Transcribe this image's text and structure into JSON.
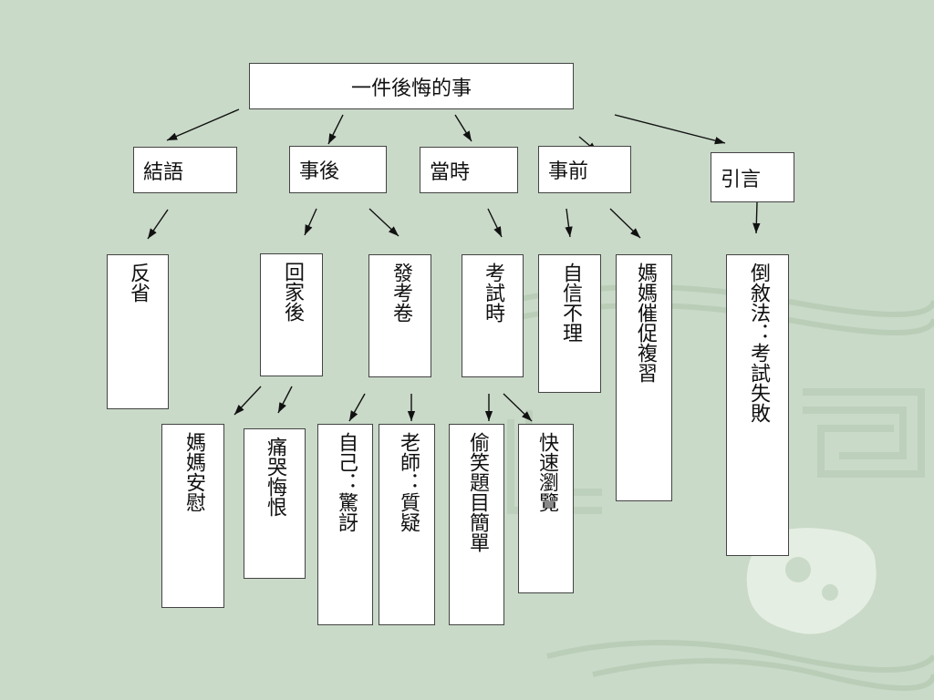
{
  "diagram": {
    "title": "一件後悔的事",
    "sections": [
      {
        "id": "jieyu",
        "label": "結語"
      },
      {
        "id": "shihou",
        "label": "事後"
      },
      {
        "id": "dangshi",
        "label": "當時"
      },
      {
        "id": "shiqian",
        "label": "事前"
      },
      {
        "id": "yinyan",
        "label": "引言"
      }
    ],
    "details": [
      {
        "id": "fanxing",
        "label": "反省"
      },
      {
        "id": "huijiahou",
        "label": "回家後"
      },
      {
        "id": "fakaojuan",
        "label": "發考卷"
      },
      {
        "id": "kaoshishi",
        "label": "考試時"
      },
      {
        "id": "zixinbuli",
        "label": "自信不理"
      },
      {
        "id": "mamacuicu",
        "label": "媽媽催促複習"
      },
      {
        "id": "daoxufa",
        "label": "倒敘法：考試失敗"
      }
    ],
    "subdetails": [
      {
        "id": "mamaanwei",
        "label": "媽媽安慰"
      },
      {
        "id": "tongku",
        "label": "痛哭悔恨"
      },
      {
        "id": "ziji",
        "label": "自己：驚訝"
      },
      {
        "id": "laoshi",
        "label": "老師：質疑"
      },
      {
        "id": "touxiao",
        "label": "偷笑題目簡單"
      },
      {
        "id": "kuaisu",
        "label": "快速瀏覽"
      }
    ]
  }
}
